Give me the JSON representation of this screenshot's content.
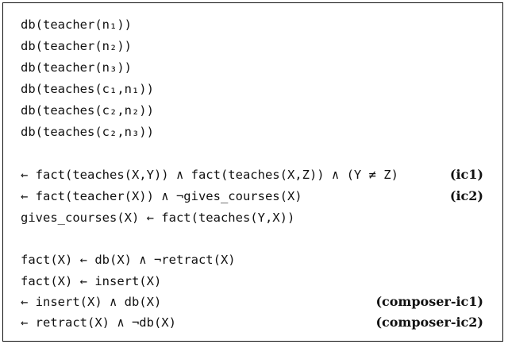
{
  "lines": [
    {
      "code": "db(teacher(n₁))",
      "label": ""
    },
    {
      "code": "db(teacher(n₂))",
      "label": ""
    },
    {
      "code": "db(teacher(n₃))",
      "label": ""
    },
    {
      "code": "db(teaches(c₁,n₁))",
      "label": ""
    },
    {
      "code": "db(teaches(c₂,n₂))",
      "label": ""
    },
    {
      "code": "db(teaches(c₂,n₃))",
      "label": ""
    },
    {
      "code": "← fact(teaches(X,Y)) ∧ fact(teaches(X,Z)) ∧ (Y ≠ Z)",
      "label": "(ic1)"
    },
    {
      "code": "← fact(teacher(X)) ∧ ¬gives_courses(X)",
      "label": "(ic2)"
    },
    {
      "code": "gives_courses(X) ← fact(teaches(Y,X))",
      "label": ""
    },
    {
      "code": "fact(X) ← db(X) ∧ ¬retract(X)",
      "label": ""
    },
    {
      "code": "fact(X) ← insert(X)",
      "label": ""
    },
    {
      "code": "← insert(X) ∧ db(X)",
      "label": "(composer-ic1)"
    },
    {
      "code": "← retract(X) ∧ ¬db(X)",
      "label": "(composer-ic2)"
    }
  ]
}
